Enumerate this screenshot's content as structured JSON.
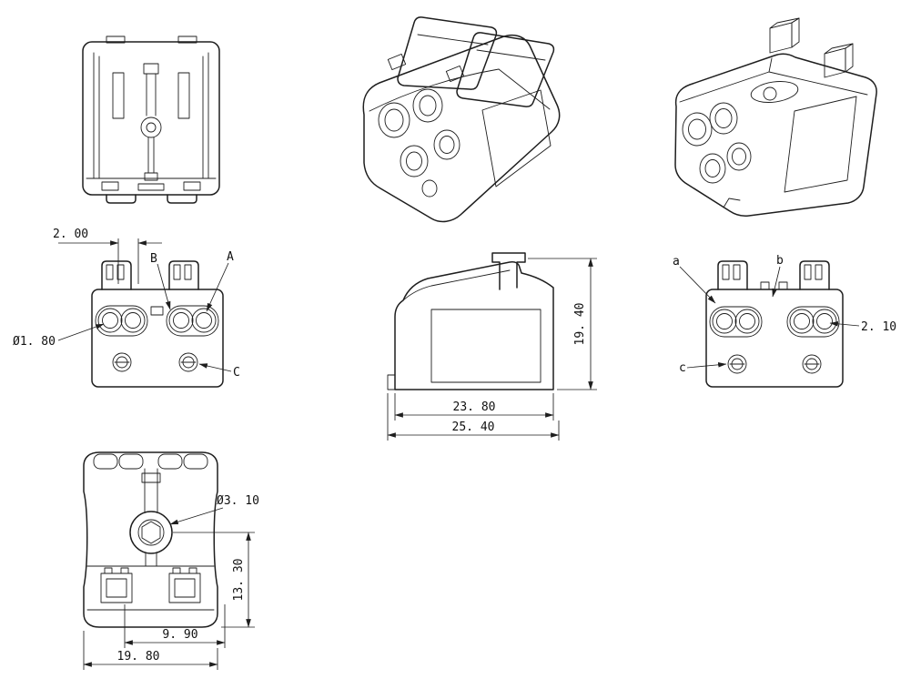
{
  "drawing": {
    "background": "#ffffff",
    "line_color": "#1e1e1e",
    "views": {
      "front": {
        "dim_gap": "2. 00",
        "label_b": "B",
        "label_a": "A",
        "dim_hole_dia": "Ø1. 80",
        "label_c": "C"
      },
      "side": {
        "dim_height": "19. 40",
        "dim_body_width": "23. 80",
        "dim_overall_width": "25. 40"
      },
      "rear": {
        "label_a": "a",
        "label_b": "b",
        "dim_port_dia": "2. 10",
        "label_c": "c"
      },
      "bottom": {
        "dim_center_hole_dia": "Ø3. 10",
        "dim_lower_height": "13. 30",
        "dim_inner_width": "9. 90",
        "dim_overall_width": "19. 80"
      }
    }
  }
}
